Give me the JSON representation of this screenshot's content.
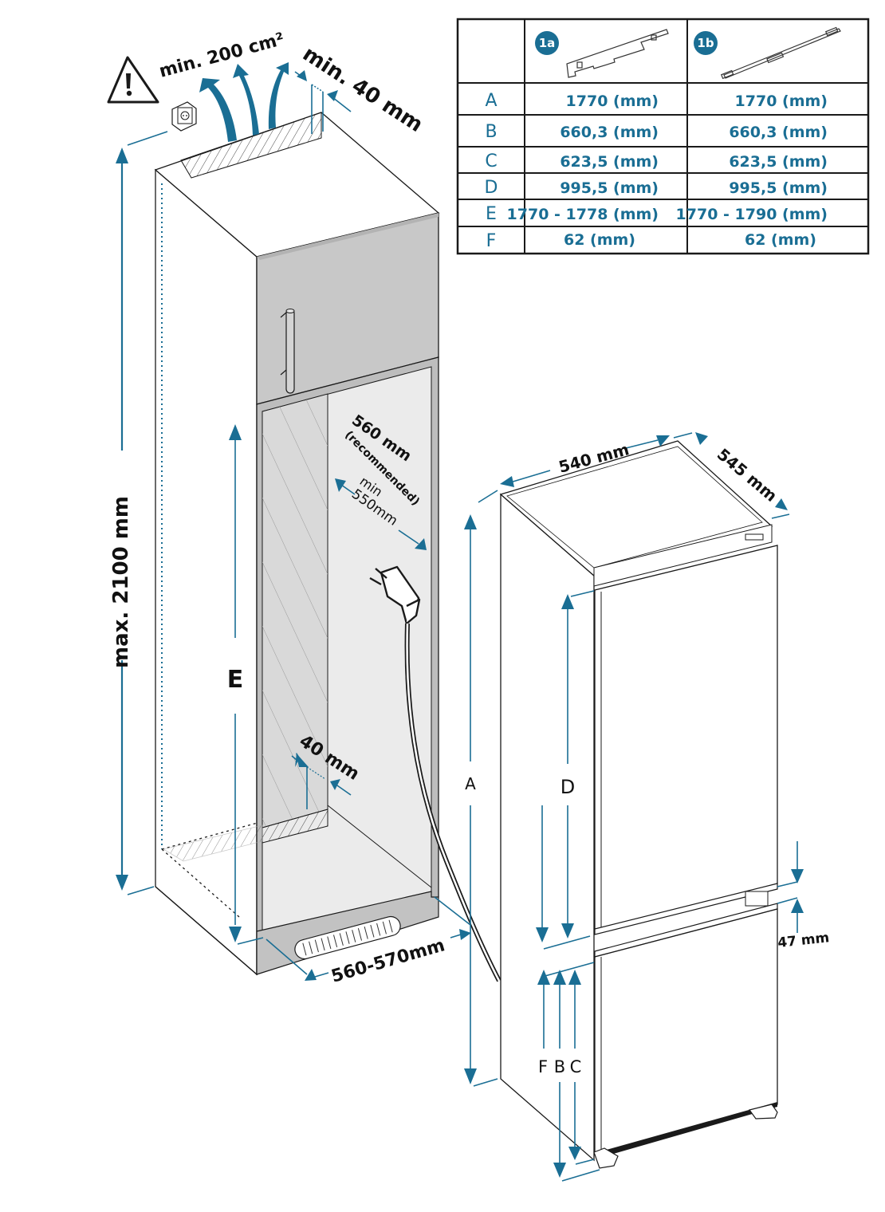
{
  "colors": {
    "accent": "#1a6e94",
    "panel_grey": "#c8c8c8",
    "niche_grey": "#ebebeb",
    "line": "#1a1a1a"
  },
  "warning": {
    "icon": "warning-triangle-icon",
    "ventilation_label": "min. 200 cm²",
    "top_gap_label": "min. 40 mm"
  },
  "niche": {
    "height_label": "max. 2100 mm",
    "e_label": "E",
    "depth_recommended_label": "560 mm",
    "depth_recommended_note": "(recommended)",
    "depth_min_label": "min",
    "depth_min_value": "550mm",
    "back_gap_label": "40 mm",
    "width_label": "560-570mm",
    "socket_icon": "power-socket-icon",
    "plug_icon": "power-plug-icon"
  },
  "appliance": {
    "width_label": "540 mm",
    "depth_label": "545 mm",
    "a_label": "A",
    "d_label": "D",
    "gap_label": "47 mm",
    "f_label": "F",
    "b_label": "B",
    "c_label": "C"
  },
  "table": {
    "columns": [
      {
        "badge": "1a",
        "icon": "door-bracket-1a-icon"
      },
      {
        "badge": "1b",
        "icon": "door-rail-1b-icon"
      }
    ],
    "rows": [
      {
        "key": "A",
        "v1a": "1770 (mm)",
        "v1b": "1770 (mm)"
      },
      {
        "key": "B",
        "v1a": "660,3 (mm)",
        "v1b": "660,3 (mm)"
      },
      {
        "key": "C",
        "v1a": "623,5 (mm)",
        "v1b": "623,5 (mm)"
      },
      {
        "key": "D",
        "v1a": "995,5 (mm)",
        "v1b": "995,5 (mm)"
      },
      {
        "key": "E",
        "v1a": "1770 - 1778 (mm)",
        "v1b": "1770 - 1790 (mm)"
      },
      {
        "key": "F",
        "v1a": "62 (mm)",
        "v1b": "62 (mm)"
      }
    ]
  }
}
